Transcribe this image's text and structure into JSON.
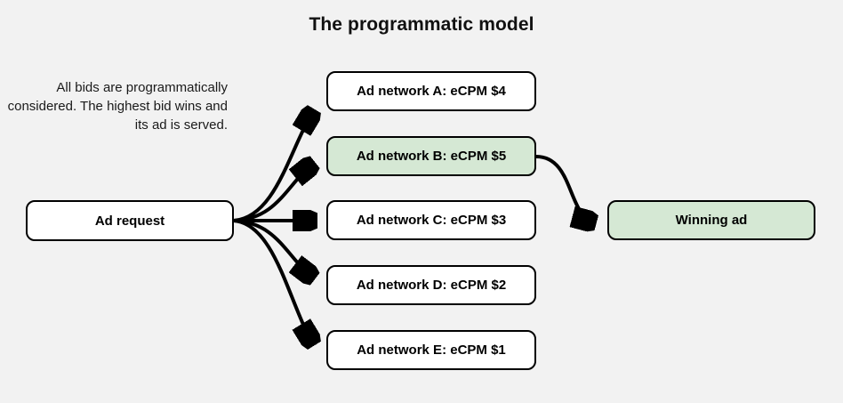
{
  "diagram": {
    "title": "The programmatic model",
    "background_color": "#f2f2f2",
    "note": "All bids are programmatically considered. The highest bid wins and its ad is served.",
    "colors": {
      "node_fill": "#ffffff",
      "highlight_fill": "#d5e8d4",
      "stroke": "#000000",
      "text": "#000000"
    },
    "nodes": {
      "request": {
        "label": "Ad request",
        "fill": "#ffffff"
      },
      "networks": [
        {
          "label": "Ad network A: eCPM $4",
          "fill": "#ffffff",
          "highlighted": false
        },
        {
          "label": "Ad network B: eCPM $5",
          "fill": "#d5e8d4",
          "highlighted": true
        },
        {
          "label": "Ad network C: eCPM $3",
          "fill": "#ffffff",
          "highlighted": false
        },
        {
          "label": "Ad network D: eCPM $2",
          "fill": "#ffffff",
          "highlighted": false
        },
        {
          "label": "Ad network E: eCPM $1",
          "fill": "#ffffff",
          "highlighted": false
        }
      ],
      "winner": {
        "label": "Winning ad",
        "fill": "#d5e8d4"
      }
    },
    "edges": [
      {
        "from": "Ad request",
        "to": "Ad network A: eCPM $4"
      },
      {
        "from": "Ad request",
        "to": "Ad network B: eCPM $5"
      },
      {
        "from": "Ad request",
        "to": "Ad network C: eCPM $3"
      },
      {
        "from": "Ad request",
        "to": "Ad network D: eCPM $2"
      },
      {
        "from": "Ad request",
        "to": "Ad network E: eCPM $1"
      },
      {
        "from": "Ad network B: eCPM $5",
        "to": "Winning ad"
      }
    ]
  }
}
